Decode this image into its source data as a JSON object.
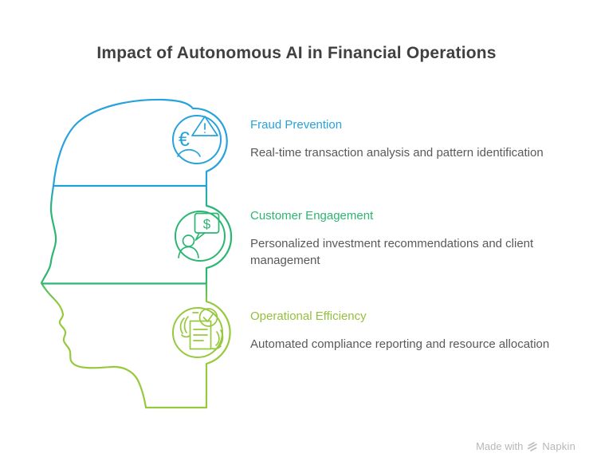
{
  "title": "Impact of Autonomous AI in Financial Operations",
  "diagram": {
    "type": "head-profile-infographic",
    "sections": [
      {
        "label": "Fraud Prevention",
        "description": "Real-time transaction analysis and pattern identification",
        "color": "#27A2DC",
        "icon": "euro-user-warning-icon"
      },
      {
        "label": "Customer Engagement",
        "description": "Personalized investment recommendations and client management",
        "color": "#2BB673",
        "icon": "user-dollar-chat-icon"
      },
      {
        "label": "Operational Efficiency",
        "description": "Automated compliance reporting and resource allocation",
        "color": "#94C13D",
        "icon": "document-hands-check-icon"
      }
    ]
  },
  "icon_glyphs": {
    "euro": "€",
    "dollar": "$"
  },
  "watermark": {
    "prefix": "Made with",
    "brand": "Napkin"
  },
  "colors": {
    "blue": "#27A2DC",
    "green": "#2BB673",
    "olive": "#94C13D",
    "title_text": "#404040",
    "body_text": "#595959",
    "watermark_text": "#B4B7BB"
  }
}
